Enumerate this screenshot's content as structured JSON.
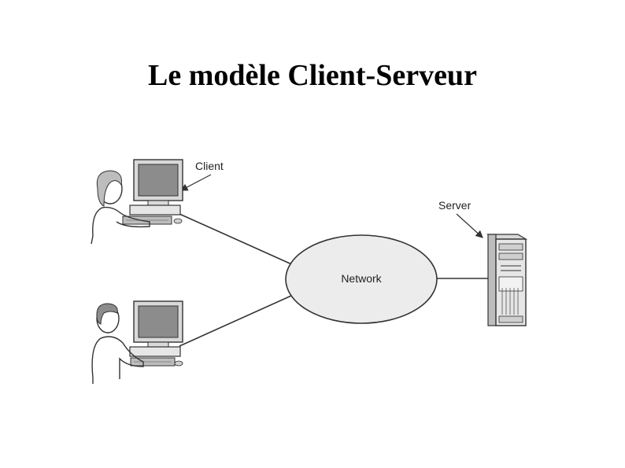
{
  "title": "Le modèle Client-Serveur",
  "diagram": {
    "client_label": "Client",
    "network_label": "Network",
    "server_label": "Server"
  }
}
